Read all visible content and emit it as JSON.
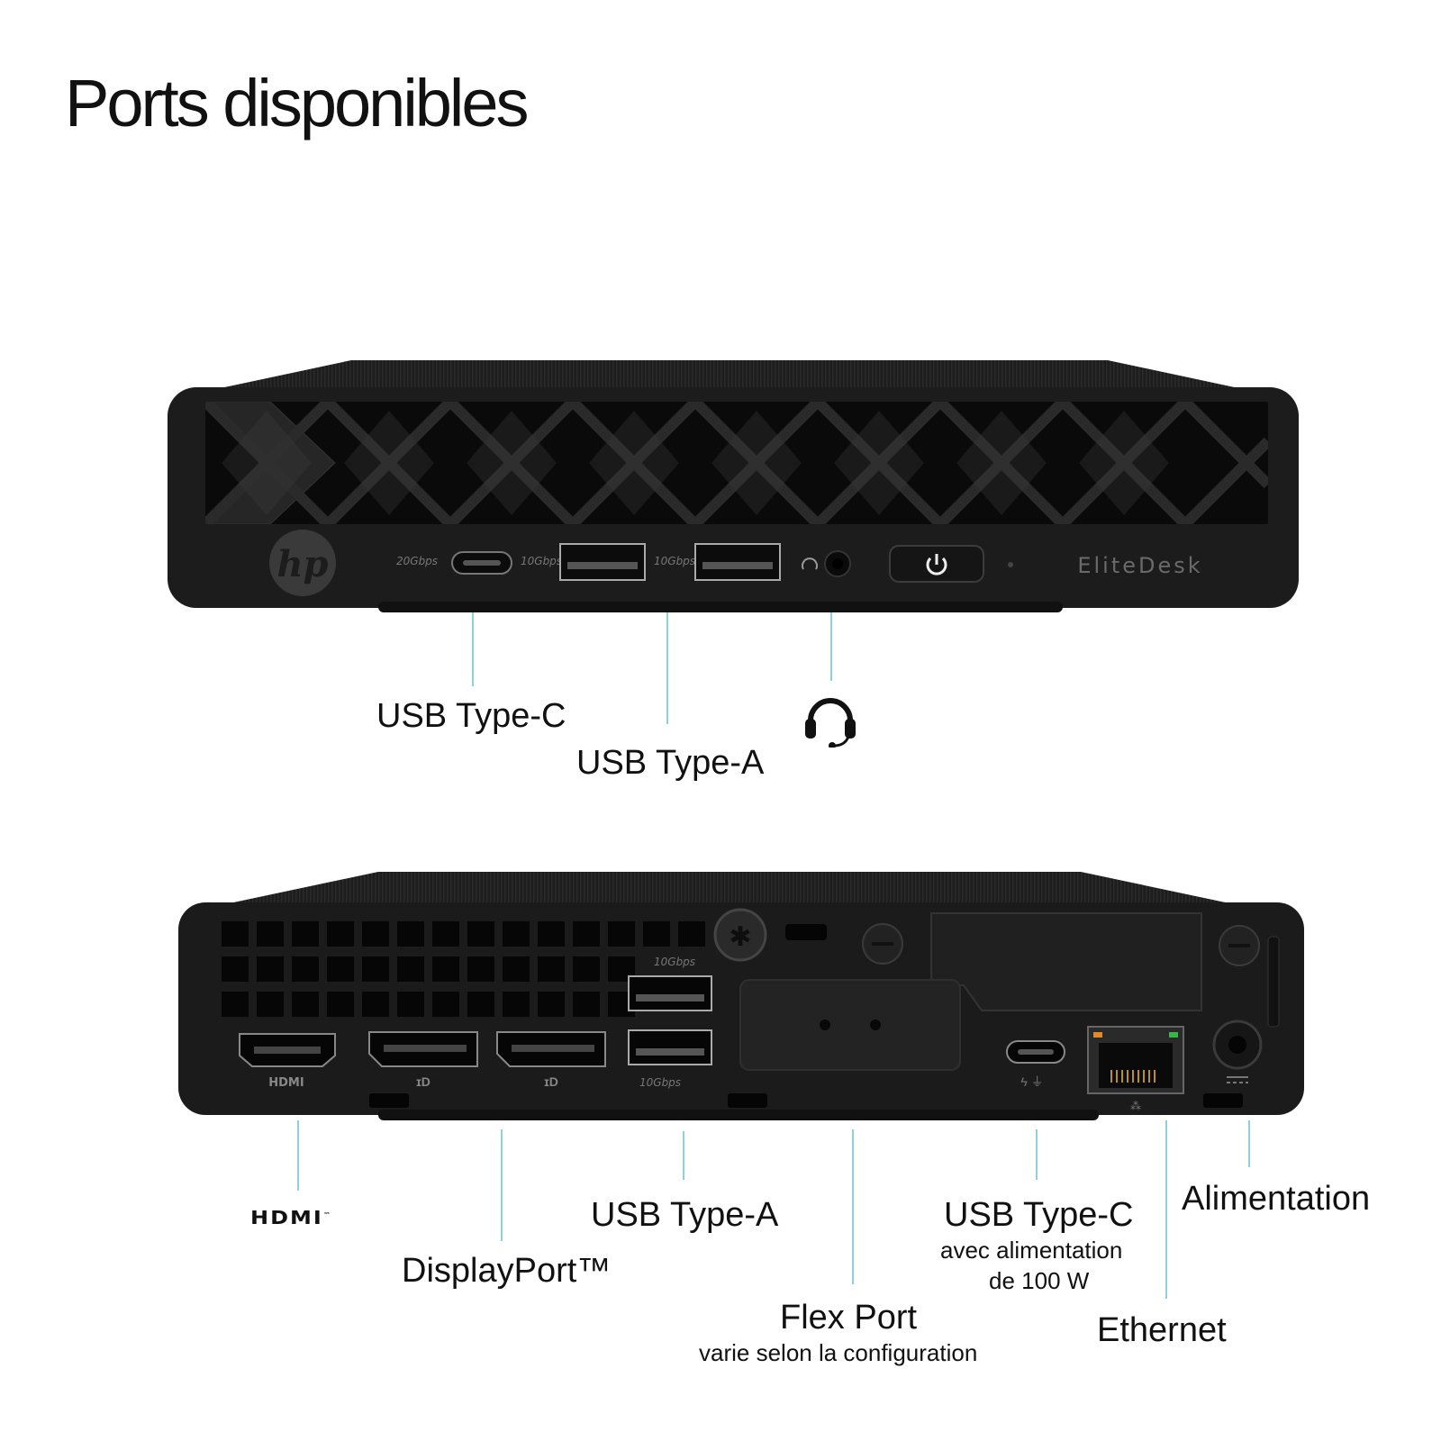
{
  "title": "Ports disponibles",
  "front": {
    "brand_logo": "hp",
    "model_name": "EliteDesk",
    "port_markings": {
      "usb_c_speed": "20Gbps",
      "usb_a1_speed": "10Gbps",
      "usb_a2_speed": "10Gbps"
    },
    "labels": {
      "usb_c": "USB Type-C",
      "usb_a": "USB Type-A",
      "audio_icon": "headset-icon"
    }
  },
  "rear": {
    "port_markings": {
      "hdmi": "HDMI",
      "usb_a_speed": "10Gbps"
    },
    "labels": {
      "hdmi_logo": "HDMI",
      "hdmi_tm": "™",
      "displayport": "DisplayPort™",
      "usb_a": "USB Type-A",
      "flex_port": "Flex Port",
      "flex_port_note": "varie selon la configuration",
      "usb_c": "USB Type-C",
      "usb_c_note_line1": "avec alimentation",
      "usb_c_note_line2": "de 100 W",
      "power": "Alimentation",
      "ethernet": "Ethernet"
    }
  },
  "colors": {
    "device_body": "#1a1a1a",
    "device_face": "#222222",
    "leader_line": "#8fd0dc",
    "text": "#111111"
  }
}
